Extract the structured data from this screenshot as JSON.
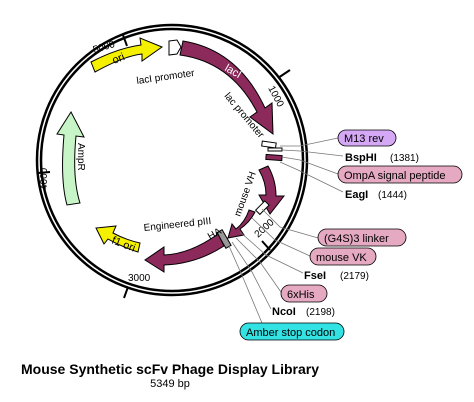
{
  "title": "Mouse Synthetic scFv Phage Display Library",
  "size_label": "5349 bp",
  "ticks": [
    "1000",
    "2000",
    "3000",
    "4000",
    "5000"
  ],
  "features": {
    "laci": "lacI",
    "laci_promoter": "lacI promoter",
    "lac_promoter": "lac promoter",
    "ori": "ori",
    "ampr": "AmpR",
    "f1_ori": "f1 ori",
    "engineered_piii": "Engineered pIII",
    "ha": "HA",
    "mouse_vh": "mouse VH"
  },
  "callouts": {
    "m13_rev": "M13 rev",
    "bsphi": "BspHI",
    "bsphi_pos": "(1381)",
    "ompa": "OmpA signal peptide",
    "eagi": "EagI",
    "eagi_pos": "(1444)",
    "g4s_linker": "(G4S)3 linker",
    "mouse_vk": "mouse VK",
    "fsei": "FseI",
    "fsei_pos": "(2179)",
    "his_tag": "6xHis",
    "ncoi": "NcoI",
    "ncoi_pos": "(2198)",
    "amber": "Amber stop codon"
  },
  "colors": {
    "laci": "#8b2a5b",
    "ori": "#f5f000",
    "ampr": "#c8f5c8",
    "callout_pink": "#e5a9c1",
    "callout_violet": "#d5a8f5",
    "callout_cyan": "#33e3e3",
    "backbone": "#000000"
  }
}
